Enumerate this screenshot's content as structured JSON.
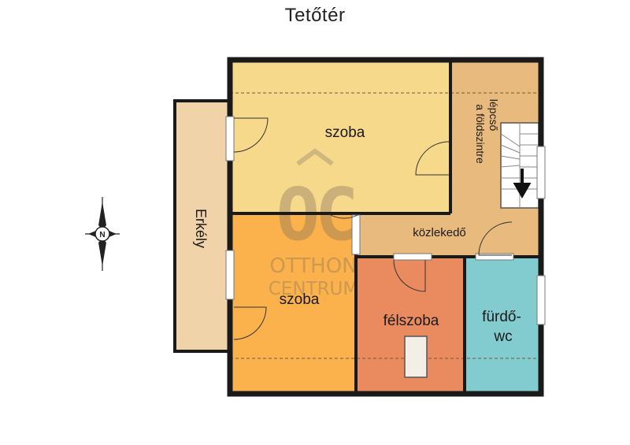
{
  "title": "Tetőtér",
  "rooms": {
    "szoba_top": "szoba",
    "szoba_bottom": "szoba",
    "stairs_line1": "lépcső",
    "stairs_line2": "a földszintre",
    "corridor": "közlekedő",
    "felszoba": "félszoba",
    "furdo_line1": "fürdő-",
    "furdo_line2": "wc",
    "erkely": "Erkély"
  },
  "watermark": {
    "monogram": "OC",
    "line1": "OTTHON",
    "line2": "CENTRUM"
  },
  "compass": {
    "north": "N"
  },
  "colors": {
    "szoba_top": "#f7d98b",
    "szoba_bottom": "#fbb14c",
    "corridor": "#e9ba7e",
    "felszoba": "#e98b5f",
    "furdo": "#82ccd0",
    "erkely": "#f0d3a8",
    "wall": "#1a1a1a"
  }
}
